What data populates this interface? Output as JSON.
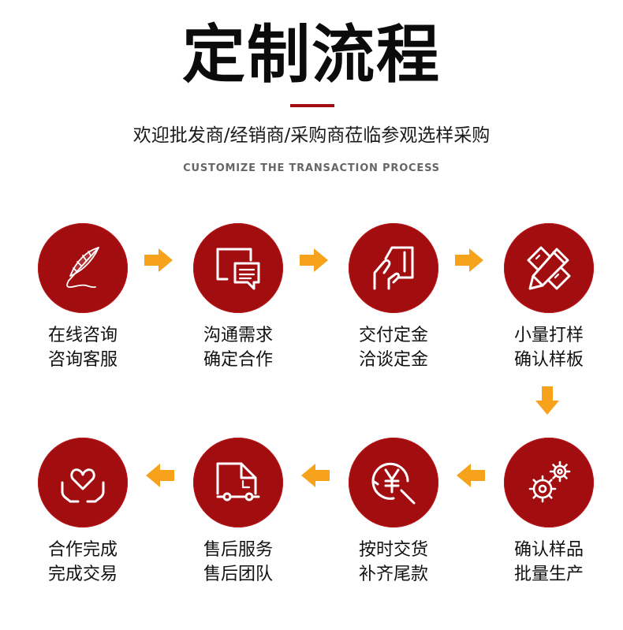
{
  "header": {
    "title": "定制流程",
    "subtitle": "欢迎批发商/经销商/采购商莅临参观选样采购",
    "subtitle_en": "CUSTOMIZE THE TRANSACTION PROCESS"
  },
  "colors": {
    "accent": "#a20d10",
    "arrow": "#f6a21b",
    "text": "#111111"
  },
  "steps": [
    {
      "icon": "quill-pen-icon",
      "line1": "在线咨询",
      "line2": "咨询客服"
    },
    {
      "icon": "chat-bubbles-icon",
      "line1": "沟通需求",
      "line2": "确定合作"
    },
    {
      "icon": "card-payment-icon",
      "line1": "交付定金",
      "line2": "洽谈定金"
    },
    {
      "icon": "ruler-pencil-icon",
      "line1": "小量打样",
      "line2": "确认样板"
    },
    {
      "icon": "gears-icon",
      "line1": "确认样品",
      "line2": "批量生产"
    },
    {
      "icon": "yen-search-icon",
      "line1": "按时交货",
      "line2": "补齐尾款"
    },
    {
      "icon": "delivery-truck-icon",
      "line1": "售后服务",
      "line2": "售后团队"
    },
    {
      "icon": "heart-hands-icon",
      "line1": "合作完成",
      "line2": "完成交易"
    }
  ]
}
